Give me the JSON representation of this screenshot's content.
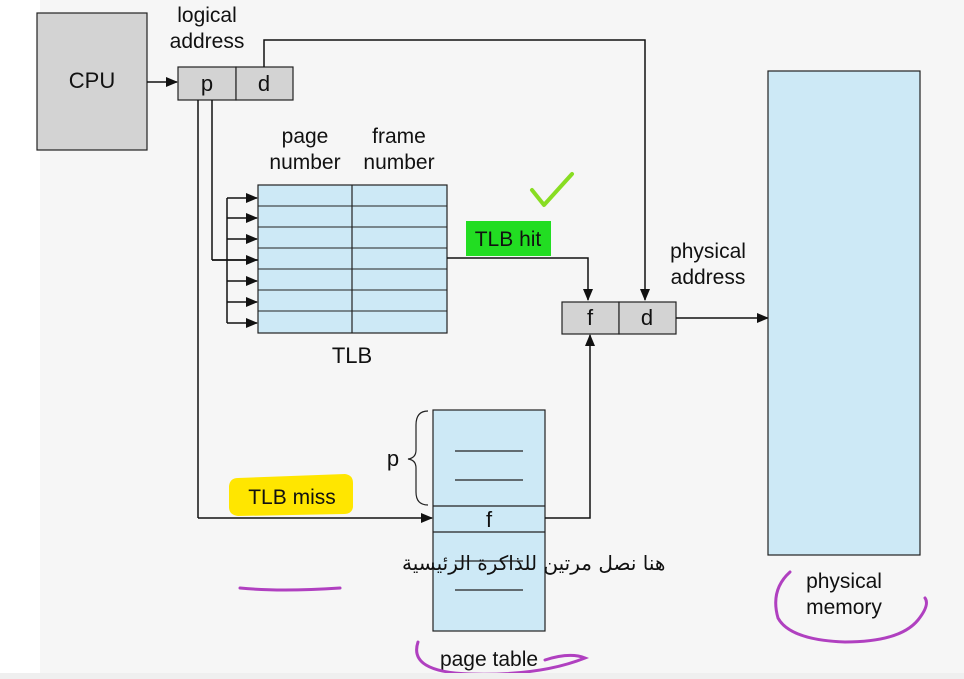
{
  "labels": {
    "cpu": "CPU",
    "logical_address_line1": "logical",
    "logical_address_line2": "address",
    "p": "p",
    "d": "d",
    "page_number_line1": "page",
    "page_number_line2": "number",
    "frame_number_line1": "frame",
    "frame_number_line2": "number",
    "tlb": "TLB",
    "tlb_hit": "TLB hit",
    "tlb_miss": "TLB miss",
    "physical_address_line1": "physical",
    "physical_address_line2": "address",
    "f": "f",
    "page_table_p": "p",
    "page_table_f": "f",
    "page_table": "page table",
    "physical_memory_line1": "physical",
    "physical_memory_line2": "memory",
    "arabic_note": "هنا نصل مرتين للذاكرة الرئيسية"
  },
  "colors": {
    "cpu_box": "#d3d3d3",
    "register_box": "#d3d3d3",
    "tlb_fill": "#cde9f6",
    "memory_fill": "#cde9f6",
    "hit_highlight": "#22dd22",
    "miss_highlight": "#ffe600",
    "checkmark": "#88dd22",
    "annotation_purple": "#b040c0"
  }
}
